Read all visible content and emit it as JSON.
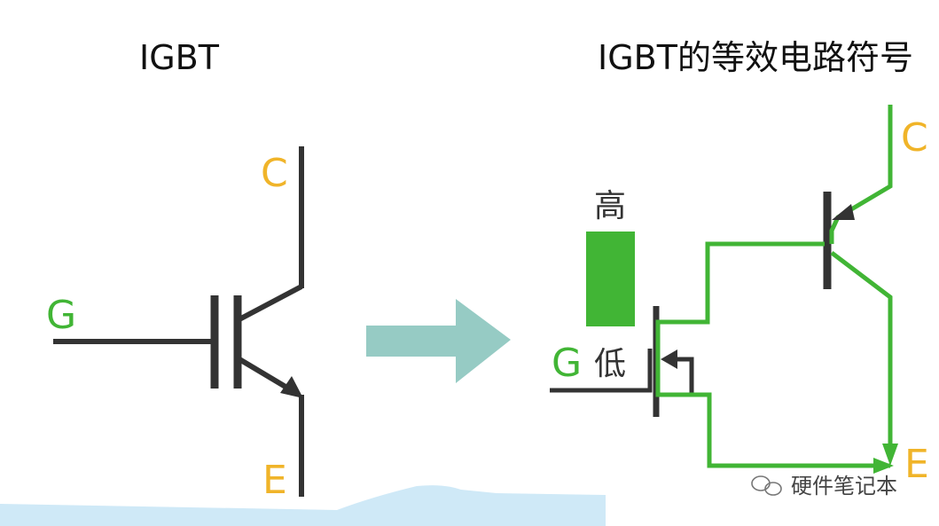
{
  "left_title": "IGBT",
  "right_title": "IGBT的等效电路符号",
  "igbt_symbol": {
    "terminal_c": "C",
    "terminal_g": "G",
    "terminal_e": "E"
  },
  "equivalent_circuit": {
    "terminal_c": "C",
    "terminal_g": "G",
    "terminal_e": "E",
    "level_high": "高",
    "level_low": "低",
    "gate_level": "high"
  },
  "watermark": {
    "icon": "wechat-icon",
    "text": "硬件笔记本"
  },
  "colors": {
    "terminal_ce": "#f0b429",
    "terminal_g": "#41b535",
    "conduction_path": "#41b535",
    "wire": "#333333",
    "arrow_shape": "#96cbc4",
    "water_strip": "#cfe9f7"
  }
}
